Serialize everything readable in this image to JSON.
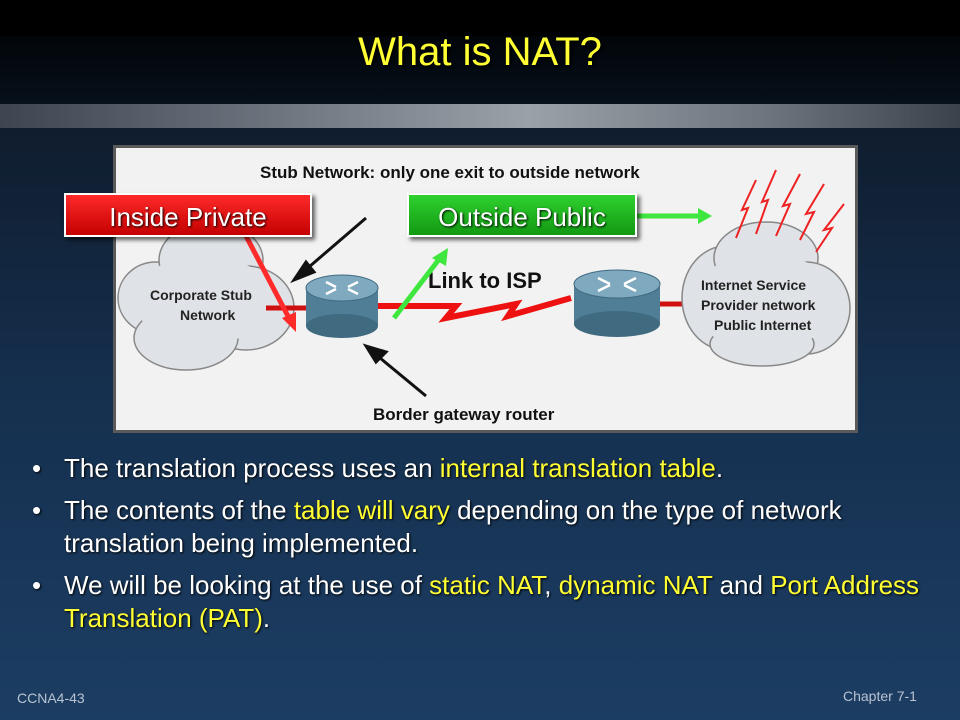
{
  "slide": {
    "title": "What is NAT?",
    "footer_left": "CCNA4-43",
    "footer_right": "Chapter 7-1"
  },
  "diagram": {
    "heading": "Stub Network: only one exit to outside network",
    "link_label": "Link to ISP",
    "router_label": "Border gateway router",
    "left_cloud": [
      "Corporate Stub",
      "Network"
    ],
    "right_cloud": [
      "Internet Service",
      "Provider network",
      "Public Internet"
    ]
  },
  "callouts": {
    "inside": "Inside Private",
    "outside": "Outside Public"
  },
  "bullets": [
    {
      "parts": [
        {
          "t": "The translation process uses an ",
          "hl": false
        },
        {
          "t": "internal translation table",
          "hl": true
        },
        {
          "t": ".",
          "hl": false
        }
      ]
    },
    {
      "parts": [
        {
          "t": "The contents of the ",
          "hl": false
        },
        {
          "t": "table will vary",
          "hl": true
        },
        {
          "t": " depending on the type of network translation being implemented.",
          "hl": false
        }
      ]
    },
    {
      "parts": [
        {
          "t": "We will be looking at the use of ",
          "hl": false
        },
        {
          "t": "static NAT",
          "hl": true
        },
        {
          "t": ", ",
          "hl": false
        },
        {
          "t": "dynamic NAT",
          "hl": true
        },
        {
          "t": " and ",
          "hl": false
        },
        {
          "t": "Port Address Translation (PAT)",
          "hl": true
        },
        {
          "t": ".",
          "hl": false
        }
      ]
    }
  ],
  "colors": {
    "highlight": "#ffff33",
    "callout_inside": "#e00000",
    "callout_outside": "#22bb22",
    "link_zigzag": "#ee1111"
  }
}
